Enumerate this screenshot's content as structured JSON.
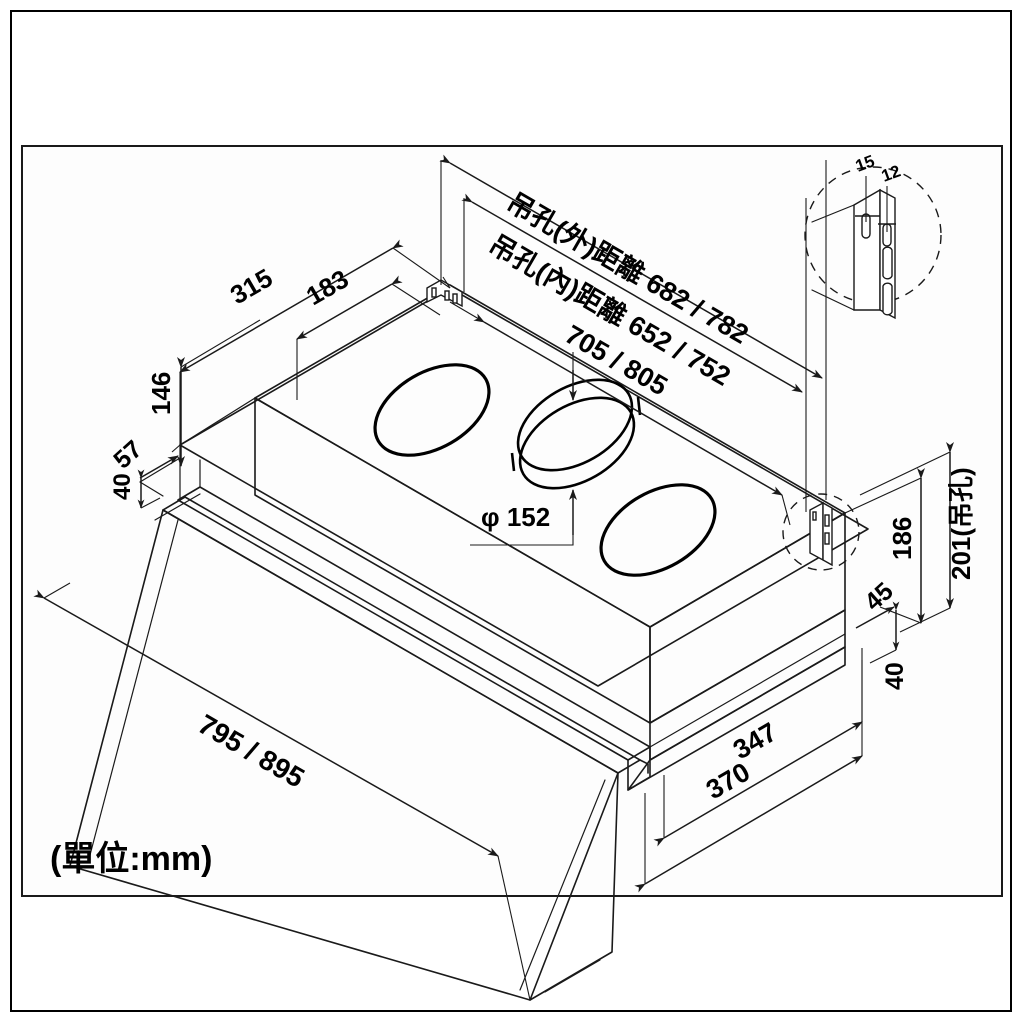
{
  "drawing": {
    "title": "Range hood isometric dimension drawing",
    "unit_note": "(單位:mm)",
    "line_color": "#1a1a1a",
    "background": "#ffffff"
  },
  "dimensions": {
    "depth_total": "315",
    "depth_inner": "183",
    "height_body": "146",
    "offset_diag": "57",
    "lip_front": "40",
    "hang_hole_outer": "吊孔(外)距離 682 / 782",
    "hang_hole_inner": "吊孔(內)距離 652 / 752",
    "body_width_top": "705 / 805",
    "duct_diameter": "φ 152",
    "overall_width": "795 / 895",
    "right_height_inner": "186",
    "right_height_hang": "201(吊孔)",
    "right_offset": "45",
    "right_lip": "40",
    "front_depth_inner": "347",
    "front_depth_outer": "370"
  },
  "detail_bracket": {
    "dim_a": "15",
    "dim_b": "12"
  }
}
